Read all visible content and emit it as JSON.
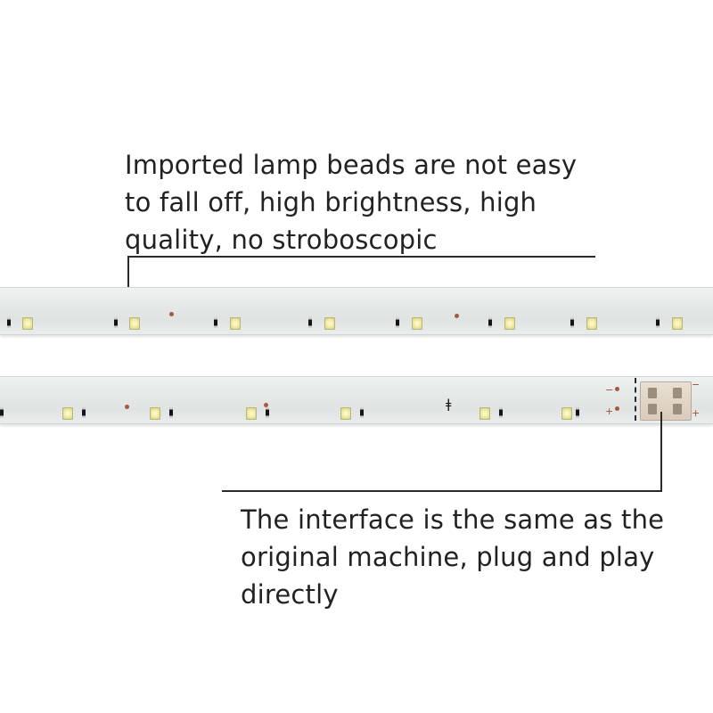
{
  "callouts": {
    "top": {
      "lines": [
        "Imported lamp beads are not easy",
        "to fall off, high brightness, high",
        "quality, no stroboscopic"
      ]
    },
    "bottom": {
      "lines": [
        "The interface is the same as the",
        "original machine, plug and play",
        "directly"
      ]
    }
  },
  "strip_markings": {
    "minus": "−",
    "plus": "+",
    "diode_symbol": "ǂ"
  },
  "colors": {
    "strip_base": "#e4e9e8",
    "led_yellow": "#f3ea9a",
    "text": "#222222"
  }
}
